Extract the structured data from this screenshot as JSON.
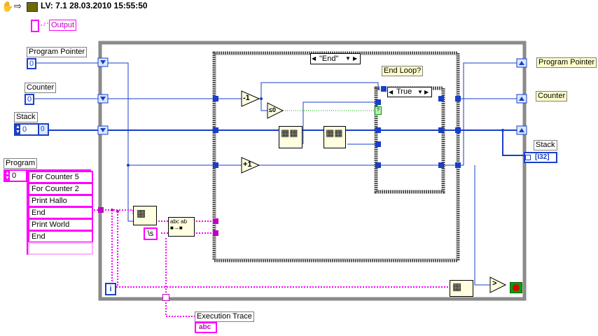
{
  "header": {
    "title": "LV: 7.1 28.03.2010 15:55:50",
    "icons": [
      "hand-icon",
      "arrow-right-icon",
      "labview-vi-icon"
    ]
  },
  "output_label": "Output",
  "labels": {
    "program_pointer_in": "Program Pointer",
    "counter_in": "Counter",
    "stack_in": "Stack",
    "program": "Program",
    "program_pointer_out": "Program Pointer",
    "counter_out": "Counter",
    "stack_out": "Stack",
    "end_loop": "End Loop?",
    "execution_trace": "Execution Trace"
  },
  "controls": {
    "program_pointer_value": "0",
    "counter_value": "0",
    "stack_index": "0",
    "stack_value": "0",
    "program_index": "0",
    "stack_out_type": "[I32]",
    "exec_trace_type": "abc",
    "string_const": "\\s"
  },
  "program_items": [
    "For Counter 5",
    "For Counter 2",
    "Print Hallo",
    "End",
    "Print World",
    "End",
    ""
  ],
  "case_outer_selector": "\"End\"",
  "case_inner_selector": "True",
  "nodes": {
    "decrement": "-1",
    "le_zero": "≤0",
    "increment": "+1",
    "loop_index": "i",
    "greater": ">"
  },
  "colors": {
    "numeric_wire": "#1a3fc7",
    "string_wire": "#ff00ff",
    "structure_border": "#808080",
    "boolean_wire": "#00a000",
    "stop_red": "#e00000"
  }
}
